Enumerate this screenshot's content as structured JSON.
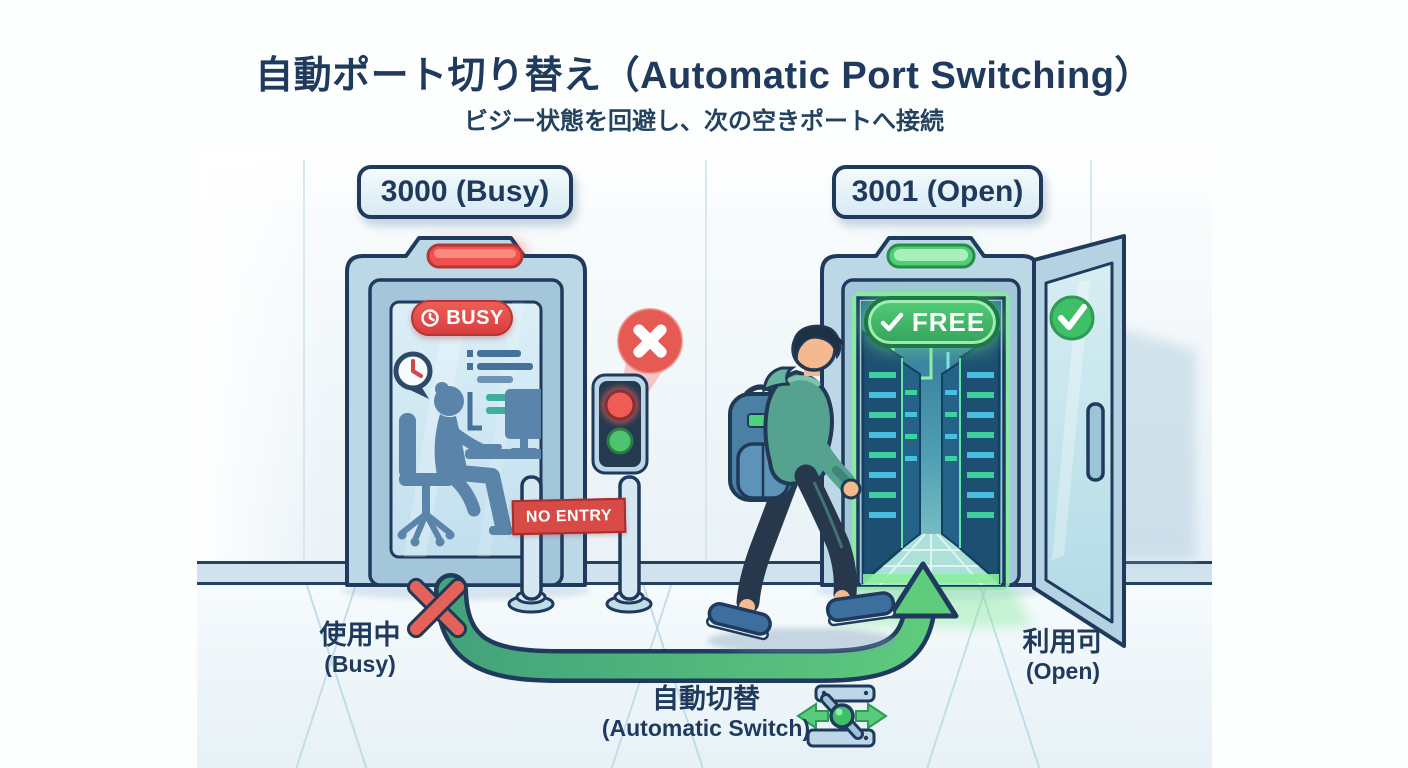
{
  "header": {
    "title": "自動ポート切り替え（Automatic Port Switching）",
    "subtitle": "ビジー状態を回避し、次の空きポートへ接続"
  },
  "busy_door": {
    "sign": "3000 (Busy)",
    "badge": "BUSY",
    "barrier": "NO ENTRY",
    "caption_jp": "使用中",
    "caption_en": "(Busy)"
  },
  "open_door": {
    "sign": "3001 (Open)",
    "badge": "FREE",
    "caption_jp": "利用可",
    "caption_en": "(Open)"
  },
  "switch_caption": {
    "jp": "自動切替",
    "en": "(Automatic Switch)"
  },
  "icons": {
    "busy_badge_icon": "clock-icon",
    "thought_bubble_icon": "clock-bubble-icon",
    "denied_icon": "x-circle-icon",
    "signal_icon": "traffic-light-icon",
    "allowed_icon": "check-circle-icon",
    "free_badge_icon": "check-icon",
    "path_icon": "curved-arrow-icon",
    "blocked_path_icon": "x-mark-icon",
    "switch_icon": "port-switch-icon"
  },
  "colors": {
    "navy": "#1f3a5c",
    "busy_red": "#e24b4b",
    "free_green": "#3fbf68",
    "arrow_green": "#52c077",
    "frame_blue": "#bcd7e6",
    "glass_blue": "#cfe6f1",
    "wall": "#eef5f9",
    "silhouette": "#5a84a9"
  }
}
